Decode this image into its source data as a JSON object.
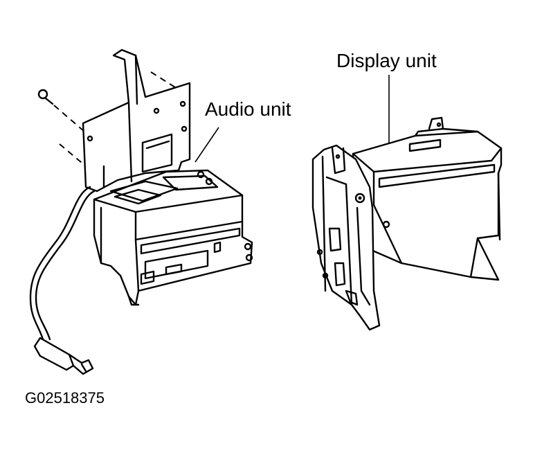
{
  "labels": {
    "audio_unit": "Audio unit",
    "display_unit": "Display unit",
    "figure_code": "G02518375"
  },
  "colors": {
    "line": "#000000",
    "background": "#ffffff"
  }
}
